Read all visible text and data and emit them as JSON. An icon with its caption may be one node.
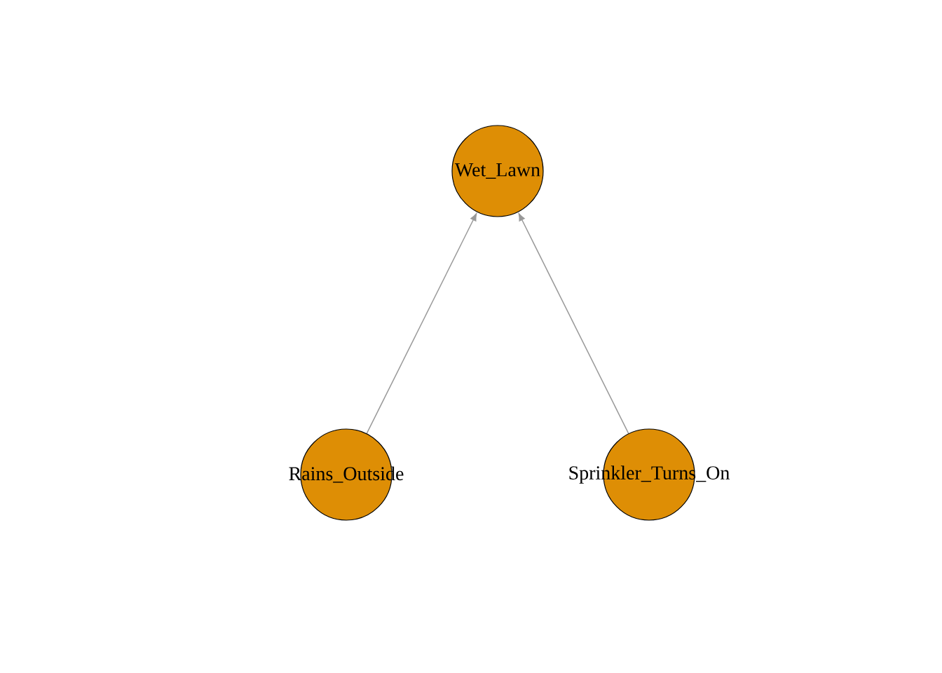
{
  "diagram": {
    "nodes": [
      {
        "text": [
          "Wet_Lawn"
        ]
      },
      {
        "text": [
          "Rains_Outside"
        ]
      },
      {
        "text": [
          "Sprinkler_Turns_On"
        ]
      }
    ],
    "edges": [
      {
        "from": 1,
        "to": 0,
        "arrow": "to"
      },
      {
        "from": 2,
        "to": 0,
        "arrow": "to"
      }
    ]
  }
}
